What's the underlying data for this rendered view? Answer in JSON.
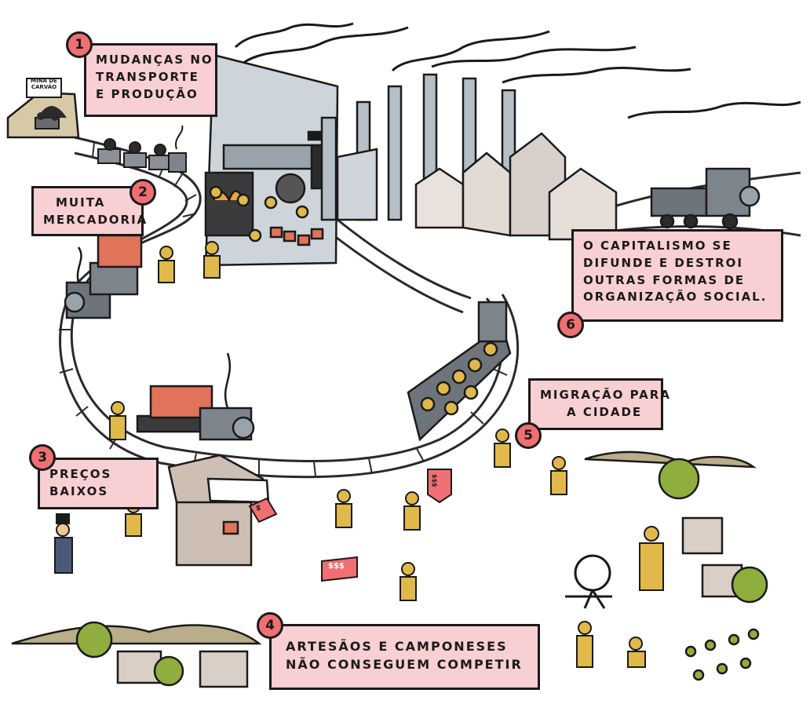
{
  "callouts": [
    {
      "number": "1",
      "lines": [
        "Mudanças no",
        "transporte",
        "e produção"
      ]
    },
    {
      "number": "2",
      "lines": [
        "Muita",
        "mercadoria"
      ]
    },
    {
      "number": "3",
      "lines": [
        "Preços",
        "baixos"
      ]
    },
    {
      "number": "4",
      "lines": [
        "Artesãos e camponeses",
        "não conseguem competir"
      ]
    },
    {
      "number": "5",
      "lines": [
        "Migração para",
        "a cidade"
      ]
    },
    {
      "number": "6",
      "lines": [
        "O capitalismo se",
        "difunde e destroi",
        "outras formas de",
        "organização social."
      ]
    }
  ],
  "scene_labels": {
    "mine_sign": "Mina de carvão",
    "price_tag": "$",
    "price_tag_market": "$$$",
    "price_tag_cart": "$$$"
  },
  "colors": {
    "callout_fill": "#f8cfd2",
    "number_badge": "#ef6f72",
    "worker": "#e0b94a",
    "bricks": "#e0735a",
    "smoke": "#1a1a1a",
    "factory": "#c6cdd3",
    "track": "#2a2a2a"
  }
}
